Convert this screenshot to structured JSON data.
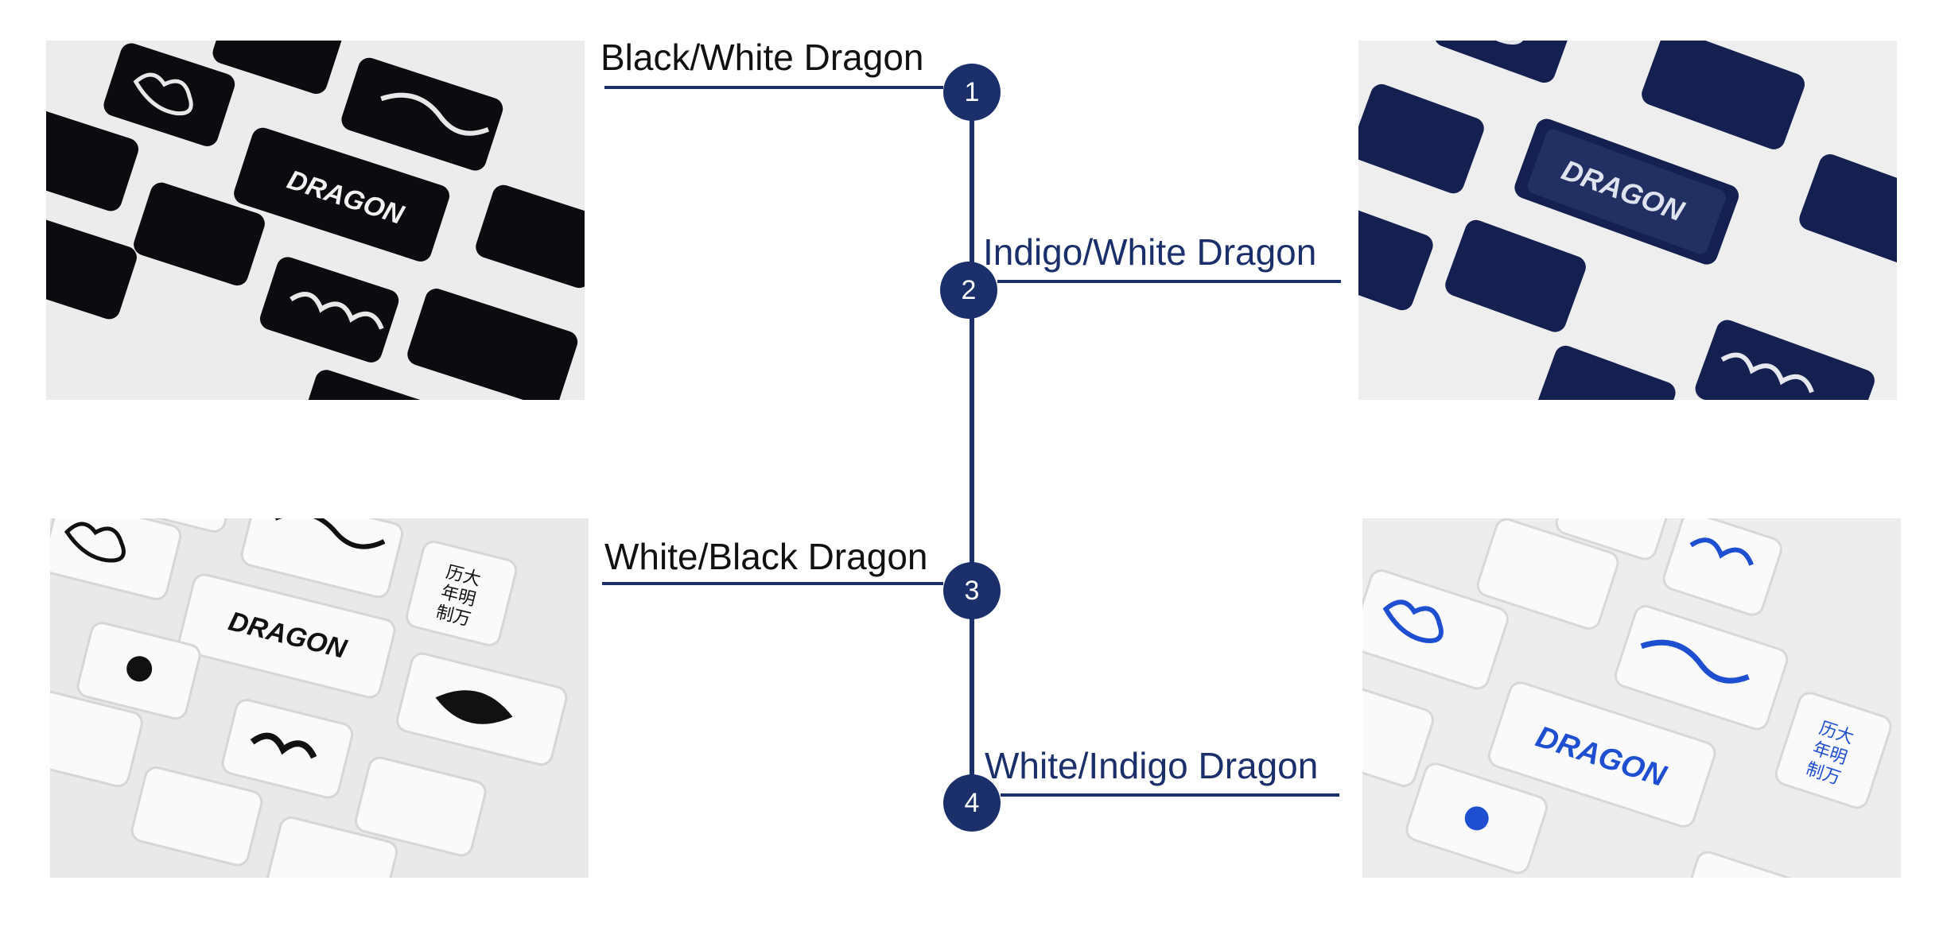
{
  "colors": {
    "accent": "#1b2f6b",
    "line": "#1b2f6b",
    "label_dark": "#111111",
    "black_cap": "#0c0c10",
    "indigo_cap": "#142050",
    "white_cap": "#fafafa",
    "blue_legend": "#1f4fd1"
  },
  "steps": [
    {
      "number": "1",
      "label": "Black/White Dragon"
    },
    {
      "number": "2",
      "label": "Indigo/White Dragon"
    },
    {
      "number": "3",
      "label": "White/Black Dragon"
    },
    {
      "number": "4",
      "label": "White/Indigo Dragon"
    }
  ],
  "keycaps": {
    "legend_text": "DRAGON",
    "cjk_legend_lines": [
      "历大",
      "年明",
      "制万"
    ]
  }
}
